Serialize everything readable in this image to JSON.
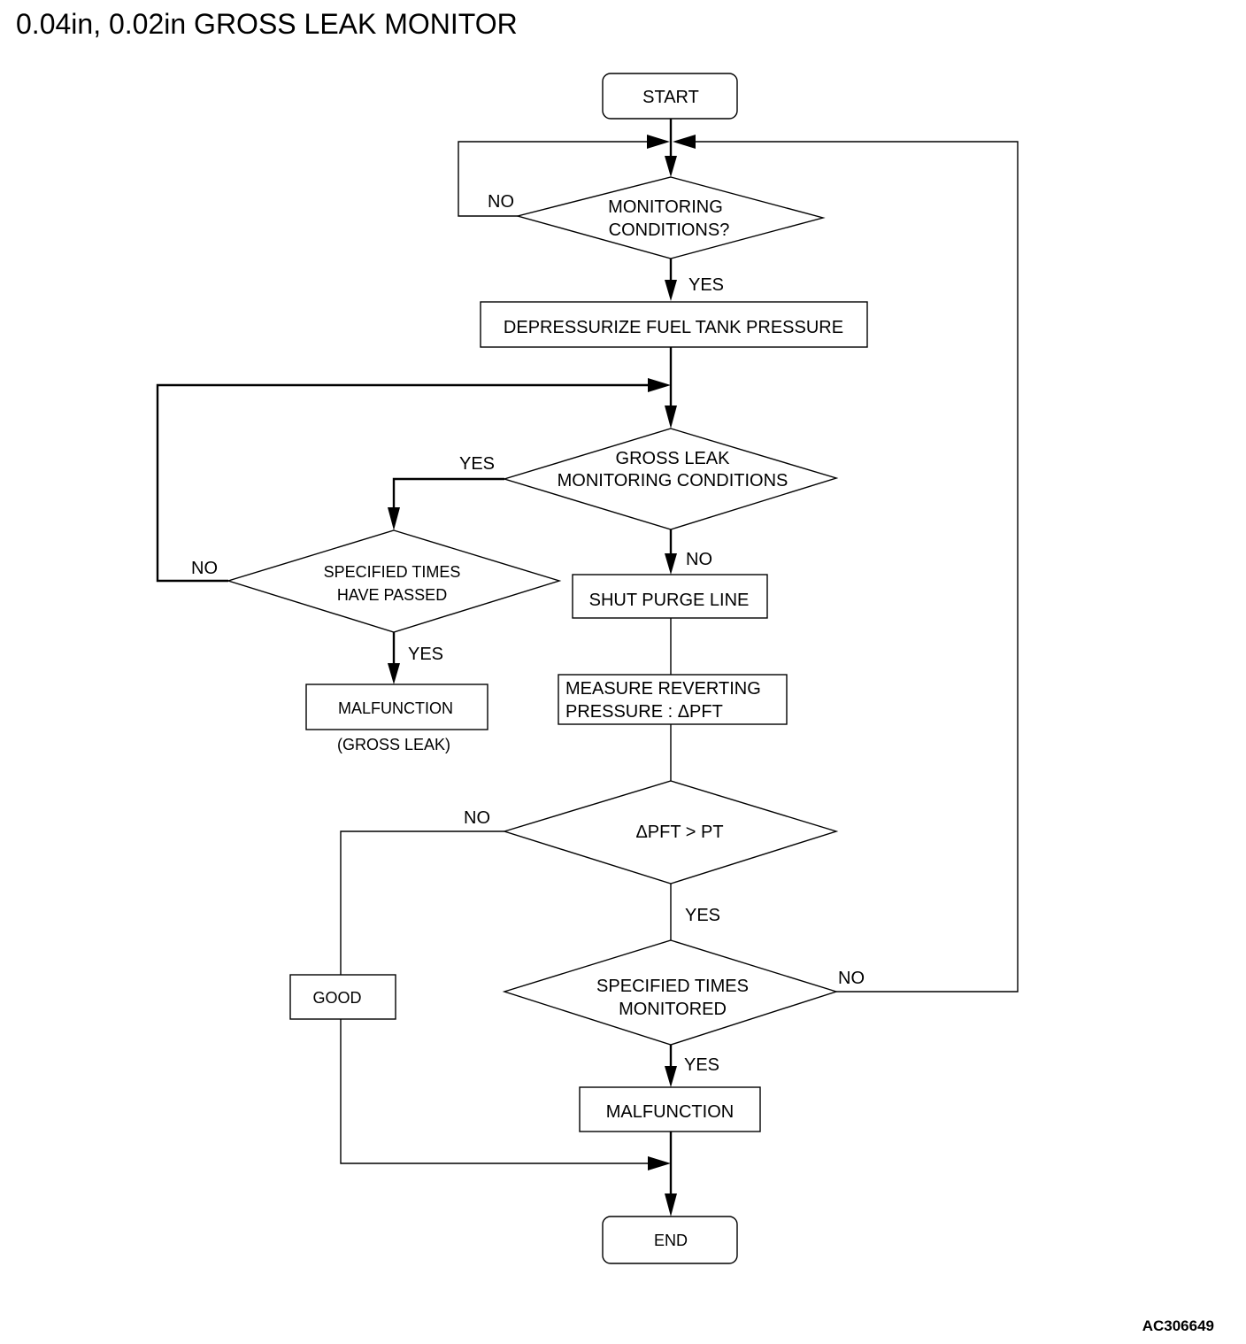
{
  "title": "0.04in, 0.02in GROSS LEAK MONITOR",
  "figure_id": "AC306649",
  "nodes": {
    "start": "START",
    "monitoring_conditions": [
      "MONITORING",
      "CONDITIONS?"
    ],
    "depressurize": "DEPRESSURIZE FUEL TANK PRESSURE",
    "gross_leak_conditions": [
      "GROSS LEAK",
      "MONITORING CONDITIONS"
    ],
    "specified_times_passed": [
      "SPECIFIED TIMES",
      "HAVE PASSED"
    ],
    "malfunction_gross": "MALFUNCTION",
    "malfunction_gross_note": "(GROSS LEAK)",
    "shut_purge_line": "SHUT PURGE LINE",
    "measure_reverting": [
      "MEASURE REVERTING",
      "PRESSURE : ΔPFT"
    ],
    "pft_compare": "ΔPFT > PT",
    "good": "GOOD",
    "specified_times_monitored": [
      "SPECIFIED TIMES",
      "MONITORED"
    ],
    "malfunction": "MALFUNCTION",
    "end": "END"
  },
  "edge_labels": {
    "monitoring_no": "NO",
    "monitoring_yes": "YES",
    "gross_yes": "YES",
    "gross_no": "NO",
    "passed_no": "NO",
    "passed_yes": "YES",
    "pft_no": "NO",
    "pft_yes": "YES",
    "monitored_no": "NO",
    "monitored_yes": "YES"
  }
}
